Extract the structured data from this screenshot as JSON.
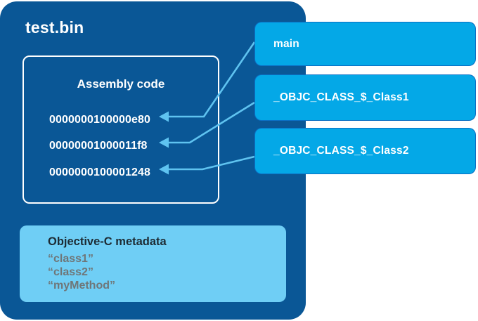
{
  "file": {
    "title": "test.bin"
  },
  "assembly": {
    "title": "Assembly code",
    "addresses": [
      "0000000100000e80",
      "00000001000011f8",
      "0000000100001248"
    ]
  },
  "metadata": {
    "title": "Objective-C metadata",
    "strings": [
      "“class1”",
      "“class2”",
      "“myMethod”"
    ]
  },
  "symbols": [
    {
      "label": "main"
    },
    {
      "label": "_OBJC_CLASS_$_Class1"
    },
    {
      "label": "_OBJC_CLASS_$_Class2"
    }
  ],
  "colors": {
    "container_blue": "#0a5796",
    "symbol_box_cyan": "#04a8e7",
    "metadata_light_blue": "#6fcef5",
    "arrow_blue": "#5fc3f0",
    "metadata_title_text": "#1d2b33",
    "metadata_string_text": "#6f7678",
    "white": "#ffffff"
  }
}
